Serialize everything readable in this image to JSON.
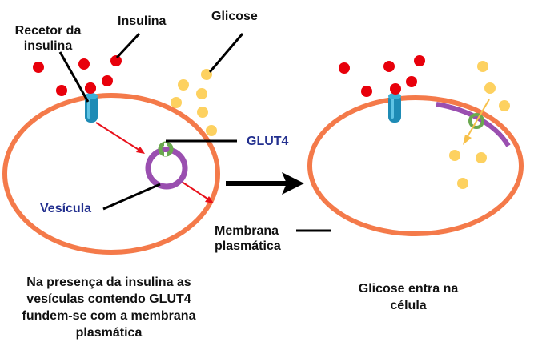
{
  "colors": {
    "membrane": "#f47a4a",
    "insulin": "#e8000b",
    "glucose": "#fdd160",
    "receptor": "#1e8bb5",
    "receptor_top": "#3cb0d8",
    "vesicle": "#9a4fb0",
    "glut4": "#6aa84f",
    "signal_arrow": "#e8101a",
    "glucose_arrow": "#f7c04a",
    "pointer": "#000000",
    "blue_label": "#23308f"
  },
  "labels": {
    "insulina": "Insulina",
    "glicose": "Glicose",
    "recetor_line1": "Recetor da",
    "recetor_line2": "insulina",
    "glut4": "GLUT4",
    "vesicula": "Vesícula",
    "membrana_line1": "Membrana",
    "membrana_line2": "plasmática"
  },
  "captions": {
    "left": [
      "Na presença da insulina as",
      "vesículas contendo GLUT4",
      "fundem-se com a membrana",
      "plasmática"
    ],
    "right": [
      "Glicose entra na",
      "célula"
    ]
  }
}
